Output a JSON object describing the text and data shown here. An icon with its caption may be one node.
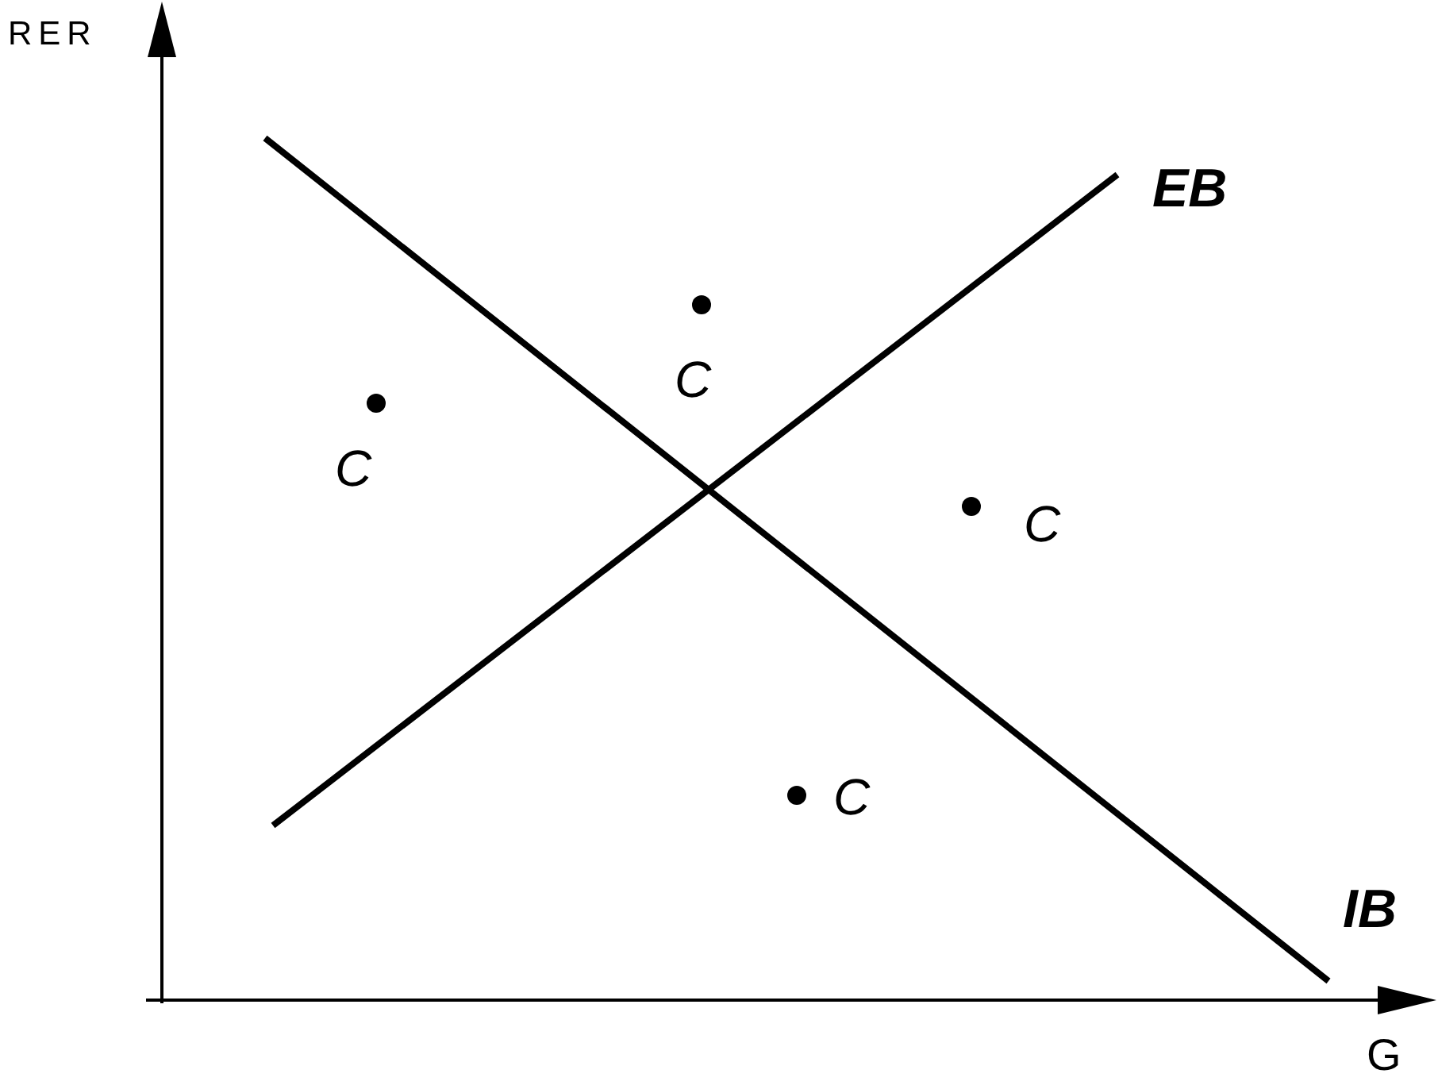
{
  "diagram": {
    "labels": [
      "RER",
      "EB",
      "C",
      "C",
      "C",
      "C",
      "IB",
      "G"
    ]
  }
}
